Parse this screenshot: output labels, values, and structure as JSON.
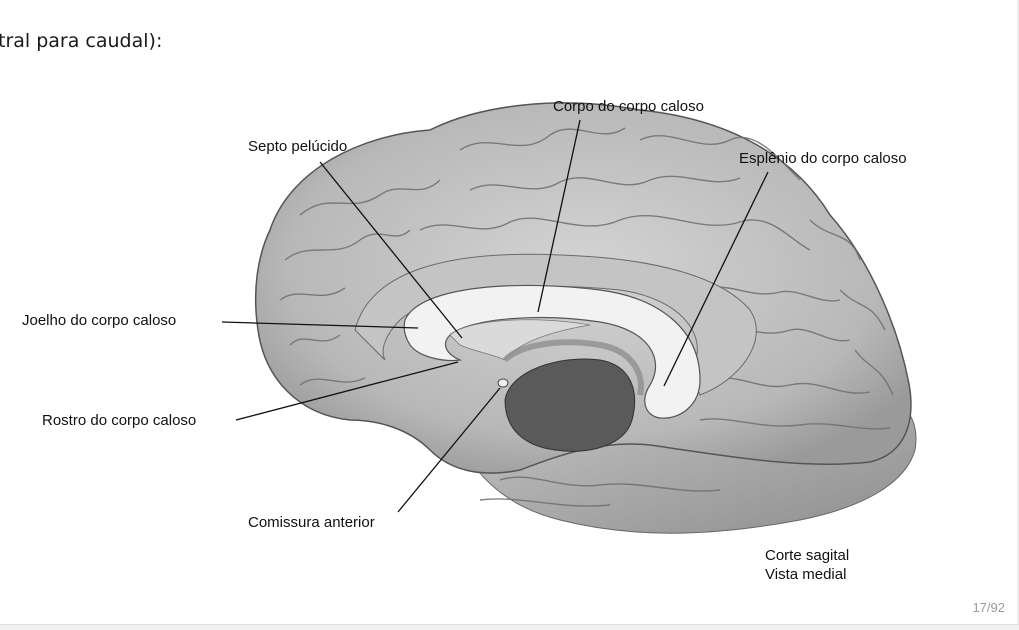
{
  "slide": {
    "heading": "tral para caudal):",
    "page_counter": "17/92"
  },
  "figure": {
    "labels": {
      "septo": "Septo pelúcido",
      "corpo": "Corpo do corpo caloso",
      "esplenio": "Esplênio do corpo caloso",
      "joelho": "Joelho do corpo caloso",
      "rostro": "Rostro do corpo caloso",
      "comissura": "Comissura anterior",
      "corte": "Corte sagital",
      "vista": "Vista medial"
    }
  }
}
